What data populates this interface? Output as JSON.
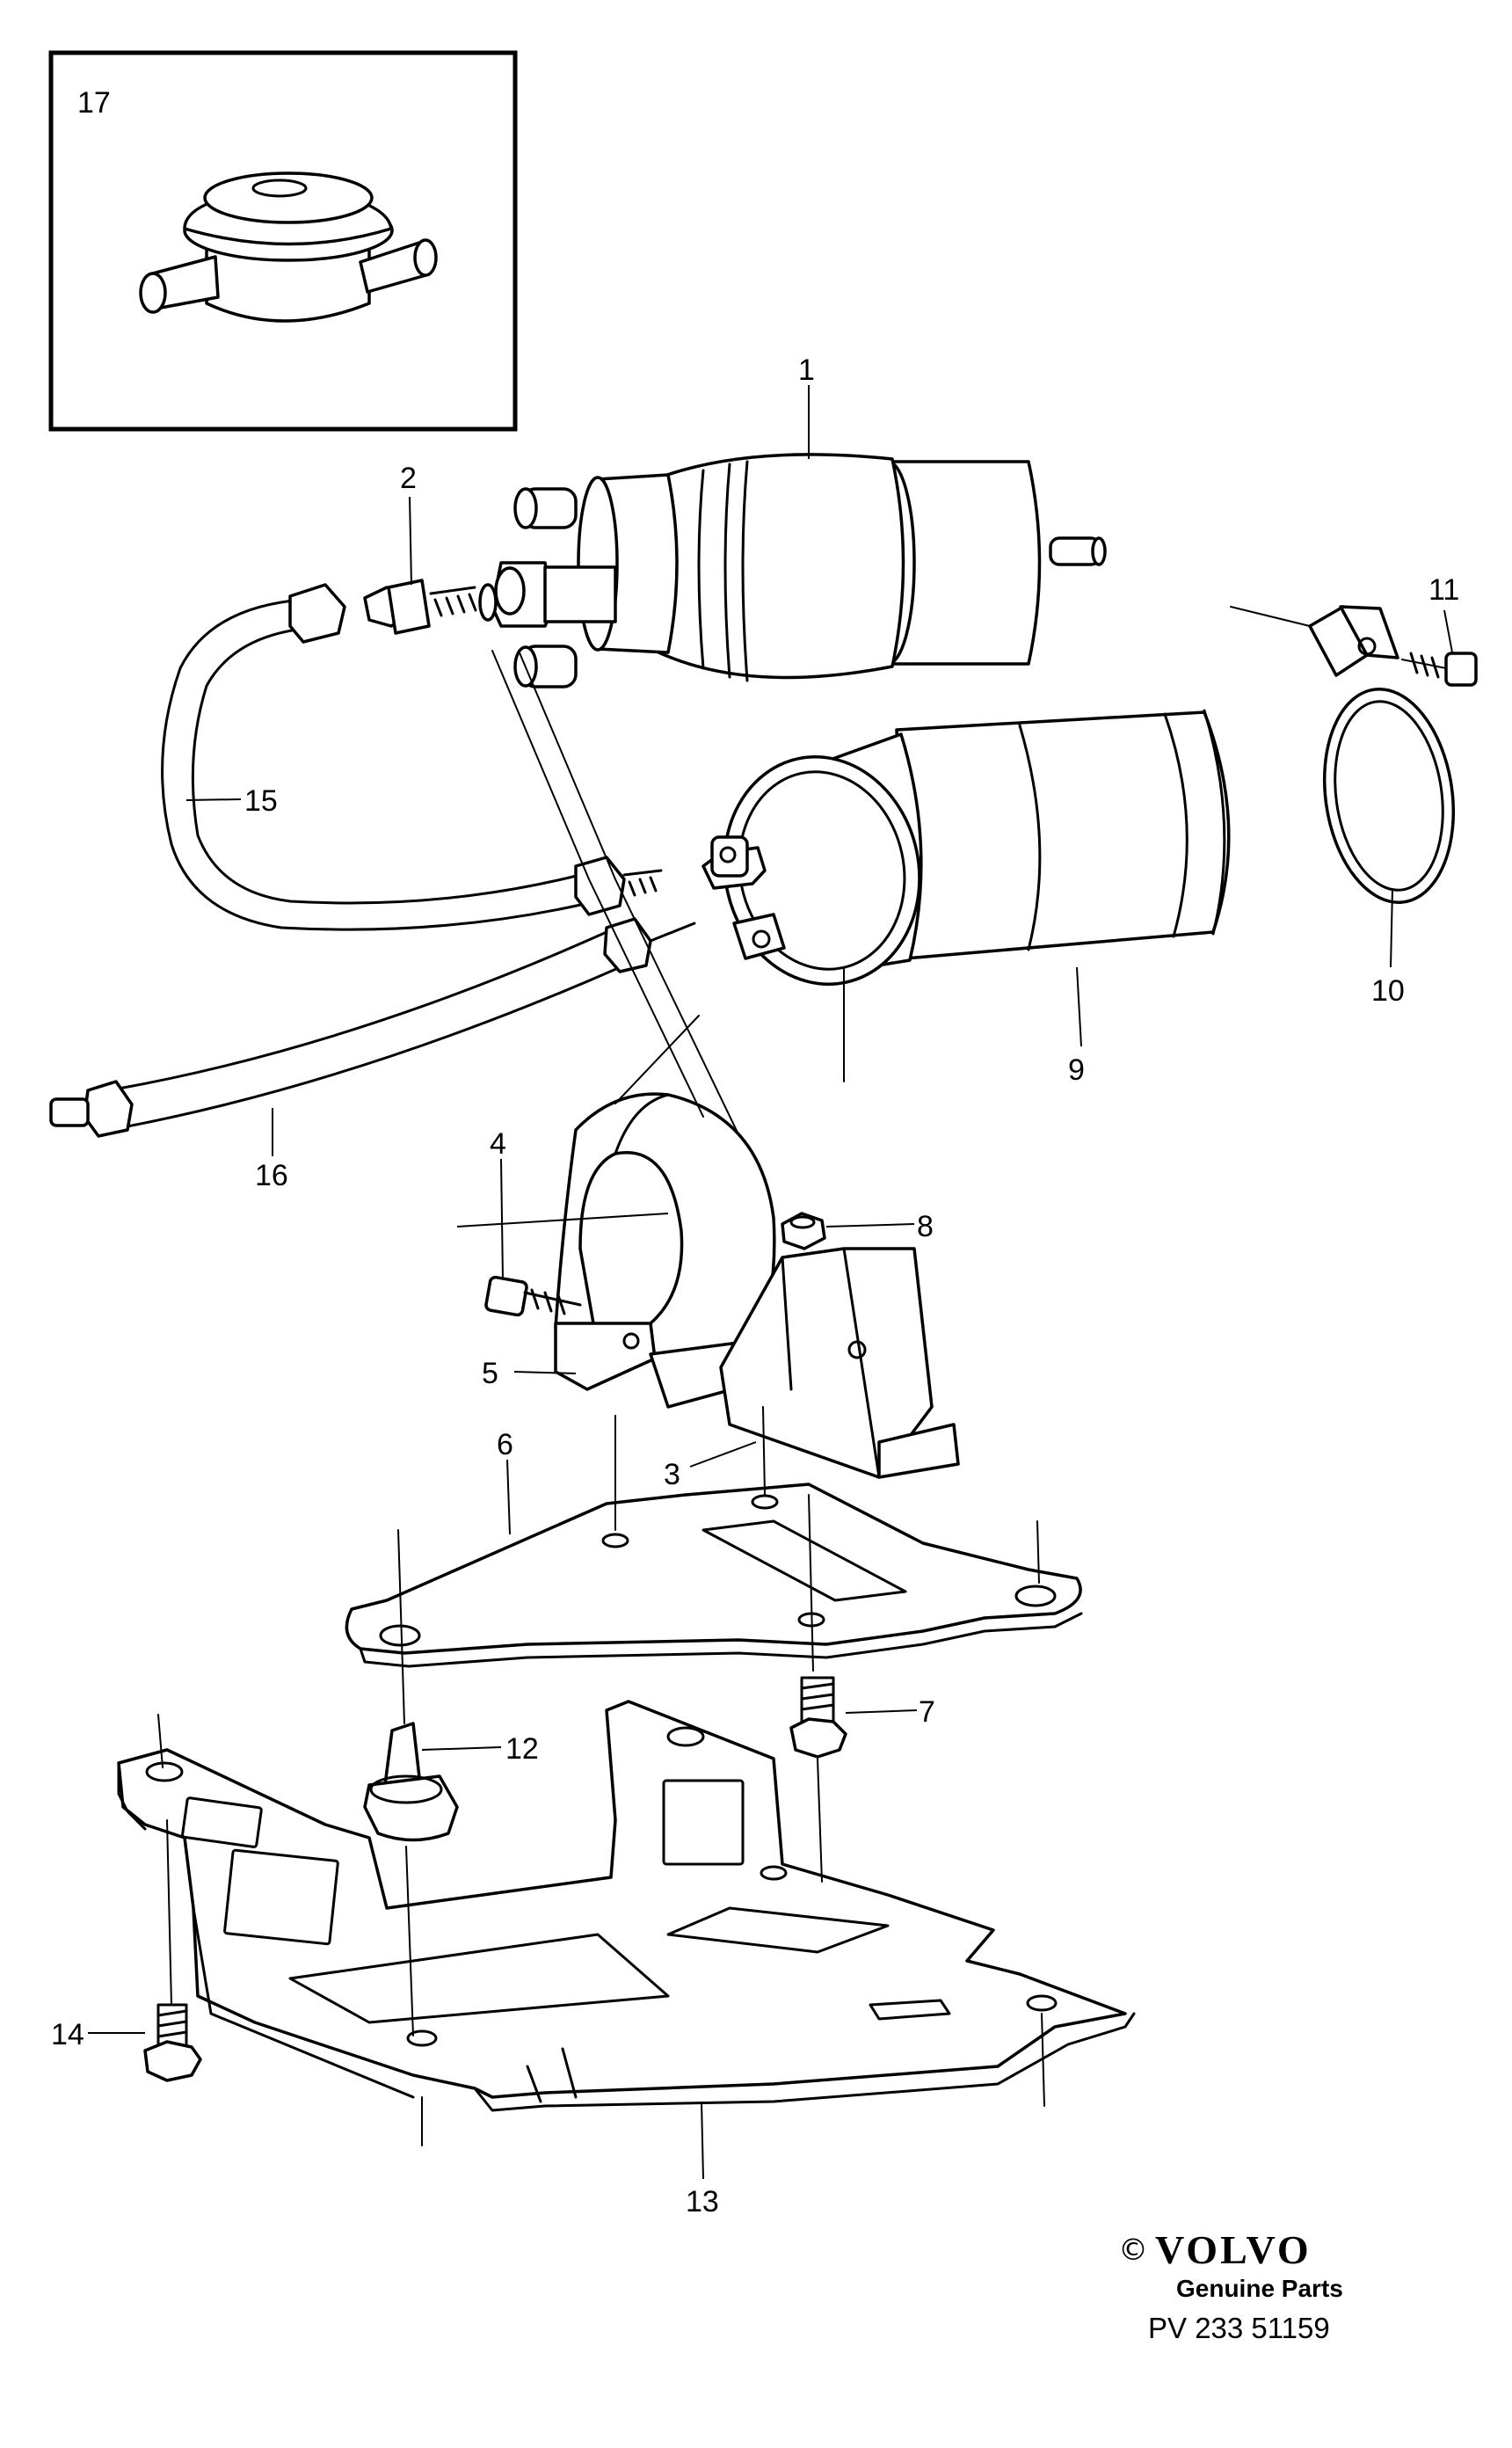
{
  "callouts": {
    "c1": "1",
    "c2": "2",
    "c3": "3",
    "c4": "4",
    "c5": "5",
    "c6": "6",
    "c7": "7",
    "c8": "8",
    "c9": "9",
    "c10": "10",
    "c11": "11",
    "c12": "12",
    "c13": "13",
    "c14": "14",
    "c15": "15",
    "c16": "16",
    "c17": "17"
  },
  "brand": {
    "copyright": "©",
    "name": "VOLVO",
    "tagline": "Genuine Parts",
    "part_number": "PV 233 51159"
  }
}
